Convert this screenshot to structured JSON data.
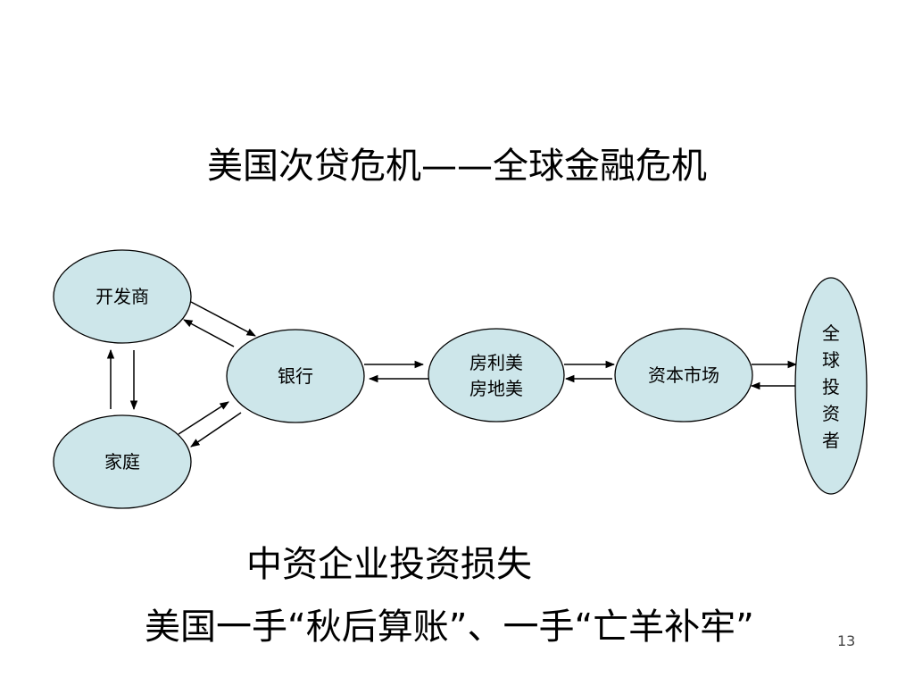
{
  "slide": {
    "title": "美国次贷危机——全球金融危机",
    "caption_1": "中资企业投资损失",
    "caption_2": "美国一手“秋后算账”、一手“亡羊补牢”",
    "page_number": "13"
  },
  "diagram": {
    "fill_color": "#cde6ea",
    "nodes": {
      "developer": "开发商",
      "family": "家庭",
      "bank": "银行",
      "fannie_line1": "房利美",
      "fannie_line2": "房地美",
      "capital_market": "资本市场",
      "global_investors_chars": [
        "全",
        "球",
        "投",
        "资",
        "者"
      ]
    },
    "arrows": [
      {
        "from": "开发商",
        "to": "银行"
      },
      {
        "from": "银行",
        "to": "开发商"
      },
      {
        "from": "家庭",
        "to": "开发商"
      },
      {
        "from": "开发商",
        "to": "家庭"
      },
      {
        "from": "家庭",
        "to": "银行"
      },
      {
        "from": "银行",
        "to": "家庭"
      },
      {
        "from": "银行",
        "to": "房利美/房地美"
      },
      {
        "from": "房利美/房地美",
        "to": "银行"
      },
      {
        "from": "房利美/房地美",
        "to": "资本市场"
      },
      {
        "from": "资本市场",
        "to": "房利美/房地美"
      },
      {
        "from": "资本市场",
        "to": "全球投资者"
      },
      {
        "from": "全球投资者",
        "to": "资本市场"
      }
    ]
  }
}
